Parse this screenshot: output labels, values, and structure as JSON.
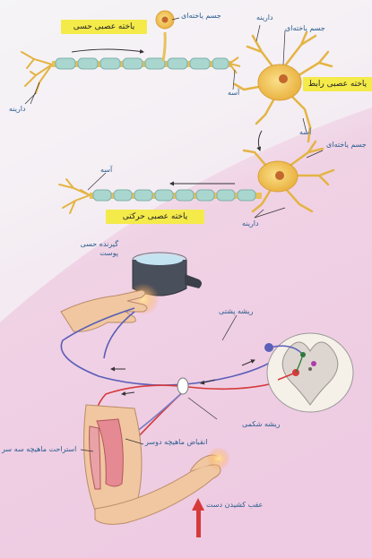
{
  "colors": {
    "background_top": "#f2f2f6",
    "background_bottom": "#f1cee4",
    "neuron_body": "#f3c95a",
    "myelin": "#a9d6cf",
    "label_text": "#2a5d8f",
    "banner": "#f4ea4a",
    "sensory_path": "#5a5fb8",
    "motor_path": "#d63a3a",
    "muscle": "#e9a2a6",
    "skin": "#f0c7a0"
  },
  "labels": {
    "sensory_neuron": "یاخته عصبی حسی",
    "cell_body_top": "جسم یاخته‌ای",
    "dendrite_top_right": "دارینه",
    "cell_body_inter": "جسم یاخته‌ای",
    "axon_top": "آسه",
    "interneuron": "یاخته عصبی رابط",
    "dendrite_left": "دارینه",
    "axon_mid": "آسه",
    "cell_body_motor": "جسم یاخته‌ای",
    "axon_motor": "آسه",
    "motor_neuron": "یاخته عصبی حرکتی",
    "dendrite_motor": "دارینه",
    "skin_receptor": "گیرنده حسی پوست",
    "dorsal_root": "ریشه پشتی",
    "ventral_root": "ریشه شکمی",
    "biceps_contract": "انقباض ماهیچه دوسر",
    "triceps_relax": "استراحت ماهیچه سه سر",
    "withdraw_hand": "عقب کشیدن دست"
  },
  "icons": [
    "hot-pot-icon",
    "hand-icon",
    "spinal-cord-icon",
    "arm-icon",
    "up-arrow-icon"
  ]
}
